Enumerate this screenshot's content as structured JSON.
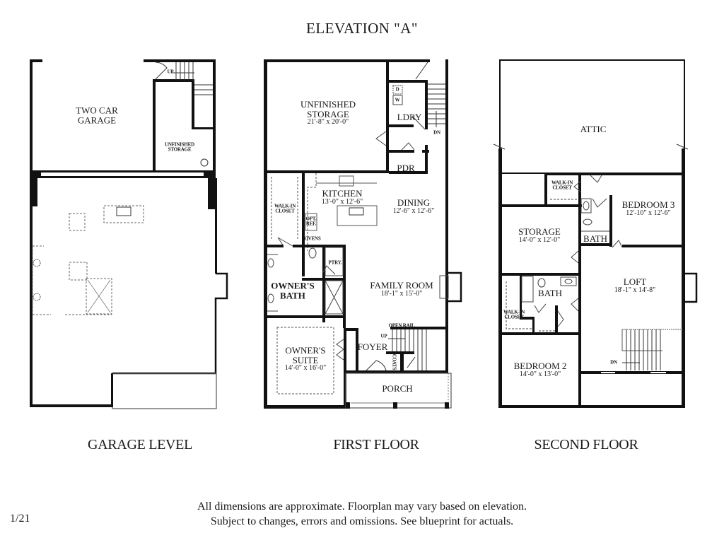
{
  "title": "ELEVATION \"A\"",
  "garage_level": {
    "label": "GARAGE LEVEL",
    "rooms": {
      "two_car_garage": "TWO CAR\nGARAGE",
      "unfinished_storage": "UNFINISHED\nSTORAGE",
      "stair_up": "UP"
    }
  },
  "first_floor": {
    "label": "FIRST FLOOR",
    "rooms": {
      "unfinished_storage": {
        "name": "UNFINISHED\nSTORAGE",
        "dim": "21'-8\" x 20'-0\""
      },
      "laundry": {
        "name": "LDRY"
      },
      "powder": {
        "name": "PDR"
      },
      "stair_down": "DN",
      "dryer": "D",
      "washer": "W",
      "kitchen": {
        "name": "KITCHEN",
        "dim": "13'-0\" x 12'-6\""
      },
      "dining": {
        "name": "DINING",
        "dim": "12'-6\" x 12'-6\""
      },
      "walk_in_closet": "WALK-IN\nCLOSET",
      "opt_ref": "OPT.\nREF.",
      "ovens": "OVENS",
      "pantry": "PTRY.",
      "owners_bath": {
        "name": "OWNER'S\nBATH"
      },
      "family_room": {
        "name": "FAMILY ROOM",
        "dim": "18'-1\" x 15'-0\""
      },
      "owners_suite": {
        "name": "OWNER'S\nSUITE",
        "dim": "14'-0\" x 16'-0\""
      },
      "foyer": {
        "name": "FOYER"
      },
      "coats": "COATS",
      "open_rail": "OPEN RAIL",
      "stair_up": "UP",
      "porch": {
        "name": "PORCH"
      }
    }
  },
  "second_floor": {
    "label": "SECOND FLOOR",
    "rooms": {
      "attic": {
        "name": "ATTIC"
      },
      "walk_in_closet_1": "WALK-IN\nCLOSET",
      "bedroom_3": {
        "name": "BEDROOM 3",
        "dim": "12'-10\" x 12'-6\""
      },
      "storage": {
        "name": "STORAGE",
        "dim": "14'-0\" x 12'-0\""
      },
      "bath_1": {
        "name": "BATH"
      },
      "bath_2": {
        "name": "BATH"
      },
      "loft": {
        "name": "LOFT",
        "dim": "18'-1\" x 14'-8\""
      },
      "walk_in_closet_2": "WALK-IN\nCLOSET",
      "bedroom_2": {
        "name": "BEDROOM 2",
        "dim": "14'-0\" x 13'-0\""
      },
      "stair_down": "DN"
    }
  },
  "footer": {
    "line1": "All dimensions are approximate. Floorplan may vary based on elevation.",
    "line2": "Subject to changes, errors and omissions. See blueprint for actuals."
  },
  "page_number": "1/21"
}
